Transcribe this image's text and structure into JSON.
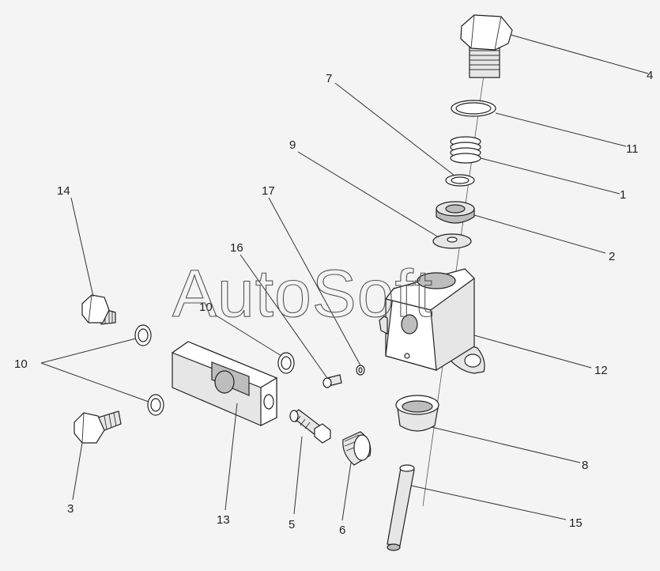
{
  "watermark": "AutoSoft",
  "callouts": {
    "c1": "1",
    "c2": "2",
    "c3": "3",
    "c4": "4",
    "c5": "5",
    "c6": "6",
    "c7": "7",
    "c8": "8",
    "c9": "9",
    "c10a": "10",
    "c10b": "10",
    "c11": "11",
    "c12": "12",
    "c13": "13",
    "c14": "14",
    "c15": "15",
    "c16": "16",
    "c17": "17"
  }
}
